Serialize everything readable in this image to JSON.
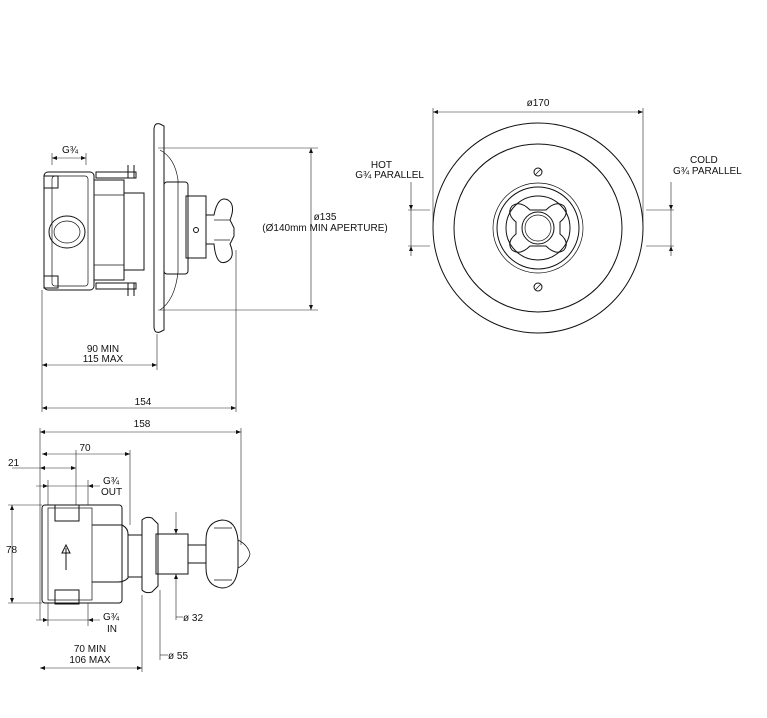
{
  "side_view": {
    "dim_g34": "G¾",
    "dim_135_a": "ø135",
    "dim_135_b": "(Ø140mm MIN APERTURE)",
    "dim_90min": "90 MIN",
    "dim_115max": "115 MAX",
    "dim_154": "154"
  },
  "front_view": {
    "dim_170": "ø170",
    "hot_a": "HOT",
    "hot_b": "G¾ PARALLEL",
    "cold_a": "COLD",
    "cold_b": "G¾ PARALLEL"
  },
  "plan_view": {
    "dim_158": "158",
    "dim_70": "70",
    "dim_21": "21",
    "out_a": "G¾",
    "out_b": "OUT",
    "dim_78": "78",
    "in_a": "G¾",
    "in_b": "IN",
    "dim_32": "ø 32",
    "dim_55": "ø 55",
    "dim_70min": "70 MIN",
    "dim_106max": "106 MAX"
  }
}
